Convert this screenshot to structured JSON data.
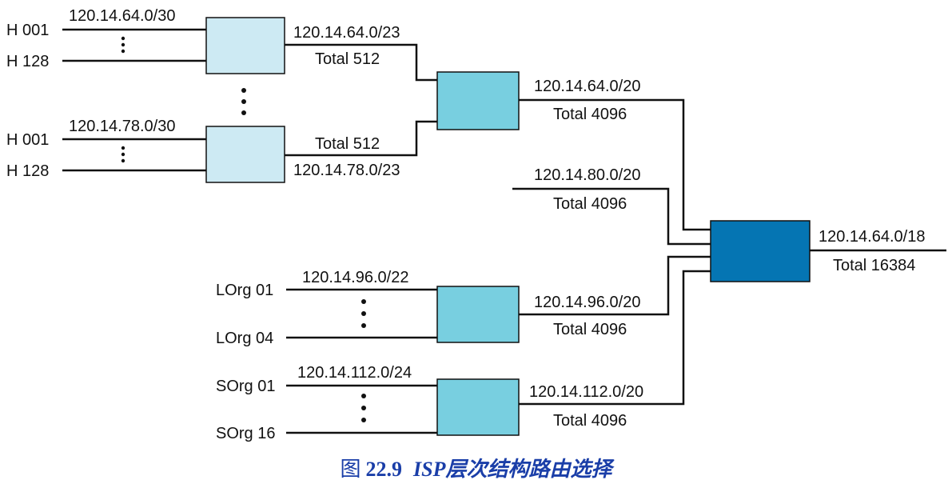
{
  "colors": {
    "line": "#111111",
    "box_light": "#cdeaf3",
    "box_mid": "#78cfe0",
    "box_dark": "#0575b3",
    "box_border": "#111111",
    "caption": "#1a3ea8"
  },
  "group_a": {
    "host_top": "H 001",
    "host_bottom": "H 128",
    "subnet": "120.14.64.0/30",
    "block": "120.14.64.0/23",
    "total": "Total 512"
  },
  "group_b": {
    "host_top": "H 001",
    "host_bottom": "H 128",
    "subnet": "120.14.78.0/30",
    "block": "120.14.78.0/23",
    "total": "Total 512"
  },
  "mid_upper": {
    "block": "120.14.64.0/20",
    "total": "Total 4096"
  },
  "mid_direct": {
    "block": "120.14.80.0/20",
    "total": "Total 4096"
  },
  "large_orgs": {
    "top": "LOrg 01",
    "bottom": "LOrg 04",
    "subnet": "120.14.96.0/22",
    "block": "120.14.96.0/20",
    "total": "Total 4096"
  },
  "small_orgs": {
    "top": "SOrg 01",
    "bottom": "SOrg 16",
    "subnet": "120.14.112.0/24",
    "block": "120.14.112.0/20",
    "total": "Total 4096"
  },
  "isp": {
    "block": "120.14.64.0/18",
    "total": "Total 16384"
  },
  "caption": {
    "figure_label": "图",
    "figure_number": "22.9",
    "figure_title": "ISP层次结构路由选择"
  }
}
